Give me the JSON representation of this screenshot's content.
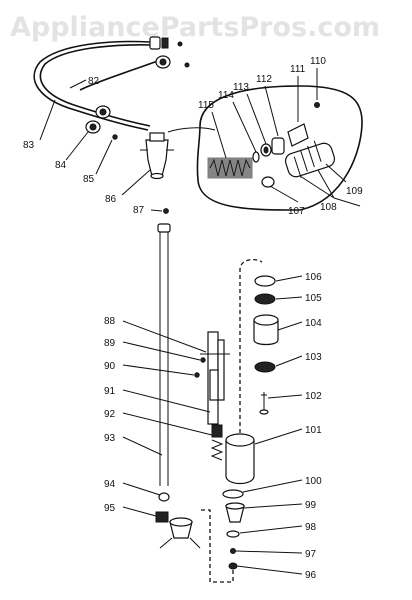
{
  "watermark": "AppliancePartsPros.com",
  "callouts": {
    "c82": "82",
    "c83": "83",
    "c84": "84",
    "c85": "85",
    "c86": "86",
    "c87": "87",
    "c88": "88",
    "c89": "89",
    "c90": "90",
    "c91": "91",
    "c92": "92",
    "c93": "93",
    "c94": "94",
    "c95": "95",
    "c96": "96",
    "c97": "97",
    "c98": "98",
    "c99": "99",
    "c100": "100",
    "c101": "101",
    "c102": "102",
    "c103": "103",
    "c104": "104",
    "c105": "105",
    "c106": "106",
    "c107": "107",
    "c108": "108",
    "c109": "109",
    "c110": "110",
    "c111": "111",
    "c112": "112",
    "c113": "113",
    "c114": "114",
    "c115": "115"
  }
}
